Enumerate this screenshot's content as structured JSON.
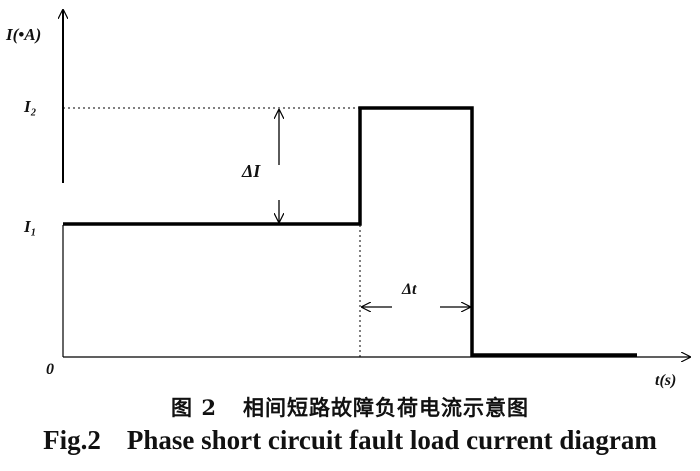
{
  "axis": {
    "y_label": "I(•A)",
    "x_label": "t(s)",
    "origin_label": "0"
  },
  "levels": {
    "i1_label": "I₁",
    "i2_label": "I₂"
  },
  "annotations": {
    "delta_i": "ΔI",
    "delta_t": "Δt"
  },
  "caption": {
    "cn_number": "图 2",
    "cn_title": "相间短路故障负荷电流示意图",
    "en_number": "Fig.2",
    "en_title": "Phase short circuit fault load current diagram"
  },
  "colors": {
    "line": "#000000",
    "text": "#111111"
  }
}
